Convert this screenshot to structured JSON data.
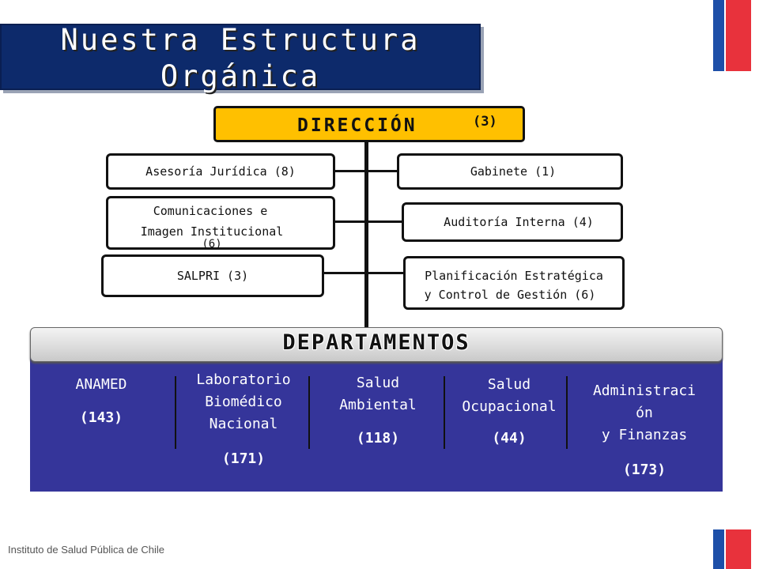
{
  "title": {
    "line1": "Nuestra Estructura",
    "line2": "Orgánica"
  },
  "direccion": {
    "label": "DIRECCIÓN",
    "count": "(3)"
  },
  "staff_units": {
    "asesoria": "Asesoría Jurídica (8)",
    "gabinete": "Gabinete (1)",
    "comunicaciones_line1": "Comunicaciones e",
    "comunicaciones_line2": "Imagen Institucional",
    "comunicaciones_count": "(6)",
    "auditoria": "Auditoría Interna (4)",
    "salpri": "SALPRI (3)",
    "planificacion_line1": "Planificación Estratégica",
    "planificacion_line2": "y Control de Gestión (6)"
  },
  "departamentos": {
    "title": "DEPARTAMENTOS",
    "anamed_name": "ANAMED",
    "anamed_count": "(143)",
    "lab_line1": "Laboratorio",
    "lab_line2": "Biomédico",
    "lab_line3": "Nacional",
    "lab_count": "(171)",
    "ambiental_line1": "Salud",
    "ambiental_line2": "Ambiental",
    "ambiental_count": "(118)",
    "ocupacional_line1": "Salud",
    "ocupacional_line2": "Ocupacional",
    "ocupacional_count": "(44)",
    "admin_line1": "Administraci",
    "admin_line2": "ón",
    "admin_line3": "y Finanzas",
    "admin_count": "(173)"
  },
  "footer": "Instituto de Salud Pública de Chile",
  "colors": {
    "title_bg": "#0d2a6b",
    "direccion_bg": "#ffc000",
    "dept_panel_bg": "#35359a",
    "flag_blue": "#1d4fa8",
    "flag_red": "#e8323c"
  }
}
